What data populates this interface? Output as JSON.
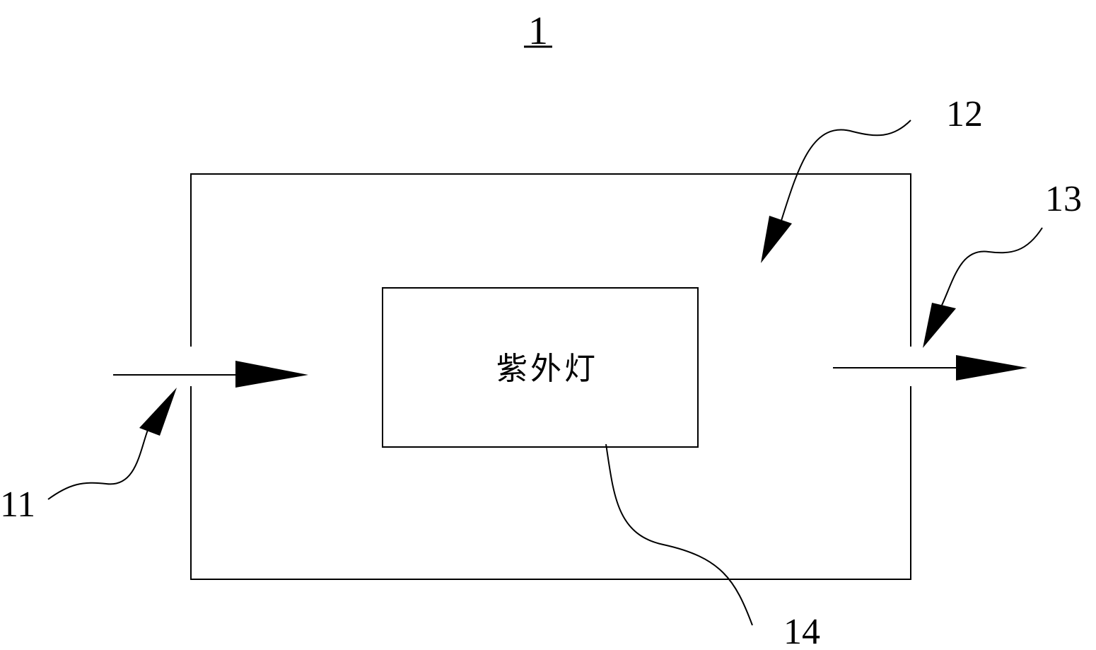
{
  "figure": {
    "number": "1"
  },
  "components": {
    "housing": {
      "ref": "12"
    },
    "inlet": {
      "ref": "11"
    },
    "outlet": {
      "ref": "13"
    },
    "uv_lamp": {
      "ref": "14",
      "label": "紫外灯"
    }
  }
}
